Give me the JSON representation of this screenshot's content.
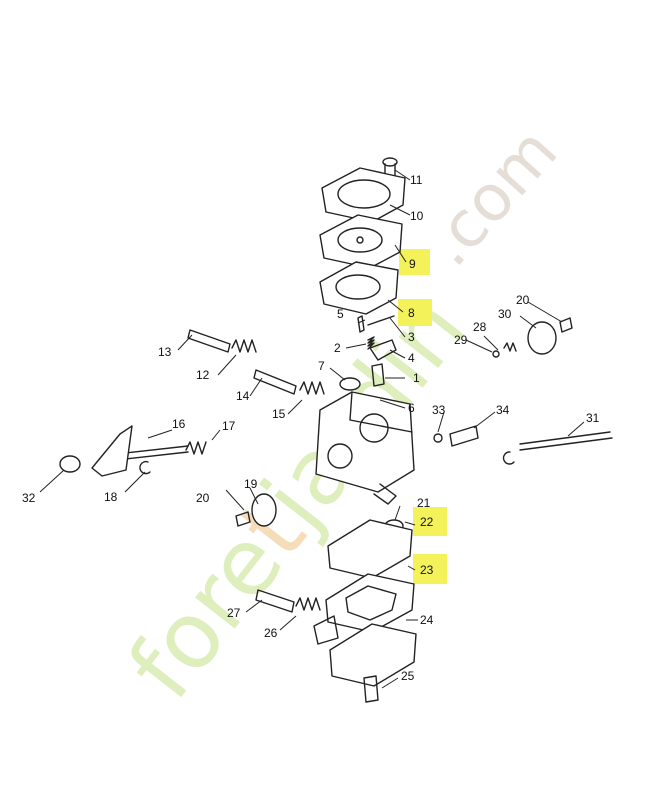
{
  "watermark": {
    "brand_prefix": "fore",
    "brand_accent": "t",
    "brand_suffix": "jardin",
    "domain": ".com",
    "colors": {
      "green": "#dfeebd",
      "orange": "#f6ddba",
      "gray": "#e4ded6"
    }
  },
  "highlight_color": "#f4f25a",
  "callouts": [
    {
      "id": "1",
      "highlighted": false
    },
    {
      "id": "2",
      "highlighted": false
    },
    {
      "id": "3",
      "highlighted": false
    },
    {
      "id": "4",
      "highlighted": false
    },
    {
      "id": "5",
      "highlighted": false
    },
    {
      "id": "6",
      "highlighted": false
    },
    {
      "id": "7",
      "highlighted": false
    },
    {
      "id": "8",
      "highlighted": true
    },
    {
      "id": "9",
      "highlighted": true
    },
    {
      "id": "10",
      "highlighted": false
    },
    {
      "id": "11",
      "highlighted": false
    },
    {
      "id": "12",
      "highlighted": false
    },
    {
      "id": "13",
      "highlighted": false
    },
    {
      "id": "14",
      "highlighted": false
    },
    {
      "id": "15",
      "highlighted": false
    },
    {
      "id": "16",
      "highlighted": false
    },
    {
      "id": "17",
      "highlighted": false
    },
    {
      "id": "18",
      "highlighted": false
    },
    {
      "id": "19",
      "highlighted": false
    },
    {
      "id": "20",
      "highlighted": false
    },
    {
      "id": "20",
      "highlighted": false
    },
    {
      "id": "21",
      "highlighted": false
    },
    {
      "id": "22",
      "highlighted": true
    },
    {
      "id": "23",
      "highlighted": true
    },
    {
      "id": "24",
      "highlighted": false
    },
    {
      "id": "25",
      "highlighted": false
    },
    {
      "id": "26",
      "highlighted": false
    },
    {
      "id": "27",
      "highlighted": false
    },
    {
      "id": "28",
      "highlighted": false
    },
    {
      "id": "29",
      "highlighted": false
    },
    {
      "id": "30",
      "highlighted": false
    },
    {
      "id": "31",
      "highlighted": false
    },
    {
      "id": "32",
      "highlighted": false
    },
    {
      "id": "33",
      "highlighted": false
    },
    {
      "id": "34",
      "highlighted": false
    }
  ]
}
